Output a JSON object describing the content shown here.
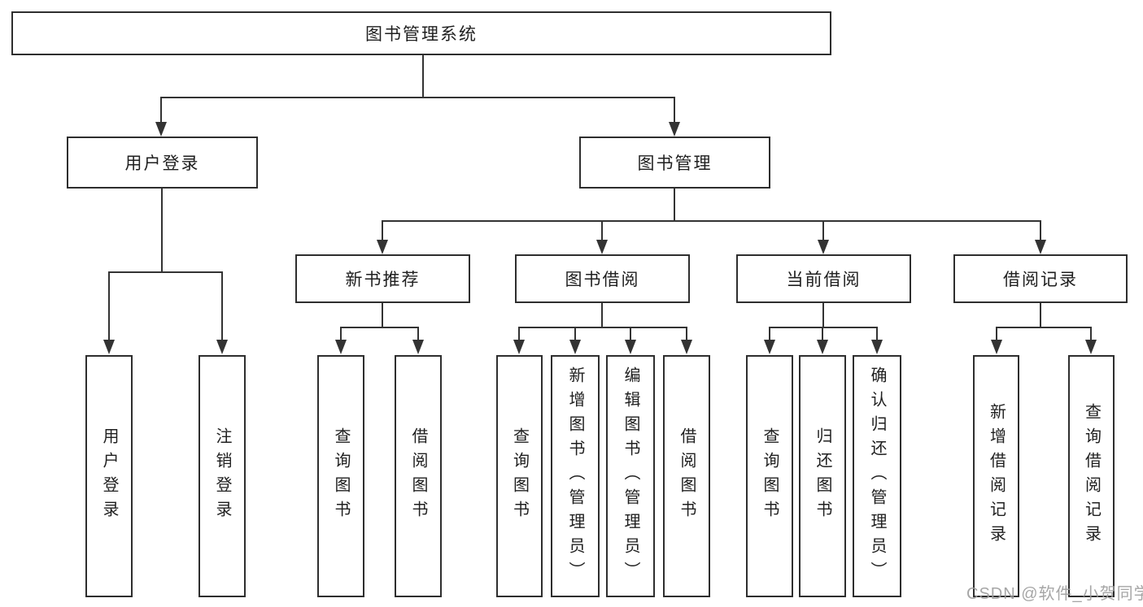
{
  "diagram": {
    "root": {
      "label": "图书管理系统"
    },
    "level2": [
      {
        "label": "用户登录",
        "children": [
          {
            "label": "用户登录"
          },
          {
            "label": "注销登录"
          }
        ]
      },
      {
        "label": "图书管理",
        "children": [
          {
            "label": "新书推荐",
            "children": [
              {
                "label": "查询图书"
              },
              {
                "label": "借阅图书"
              }
            ]
          },
          {
            "label": "图书借阅",
            "children": [
              {
                "label": "查询图书"
              },
              {
                "label": "新增图书（管理员）"
              },
              {
                "label": "编辑图书（管理员）"
              },
              {
                "label": "借阅图书"
              }
            ]
          },
          {
            "label": "当前借阅",
            "children": [
              {
                "label": "查询图书"
              },
              {
                "label": "归还图书"
              },
              {
                "label": "确认归还（管理员）"
              }
            ]
          },
          {
            "label": "借阅记录",
            "children": [
              {
                "label": "新增借阅记录"
              },
              {
                "label": "查询借阅记录"
              }
            ]
          }
        ]
      }
    ]
  },
  "watermark": {
    "text": "CSDN @软件_小贺同学"
  },
  "colors": {
    "line": "#333333",
    "box_border": "#2e2e2e",
    "text": "#1f1f1f",
    "watermark": "#9e9e9e",
    "background": "#ffffff"
  }
}
